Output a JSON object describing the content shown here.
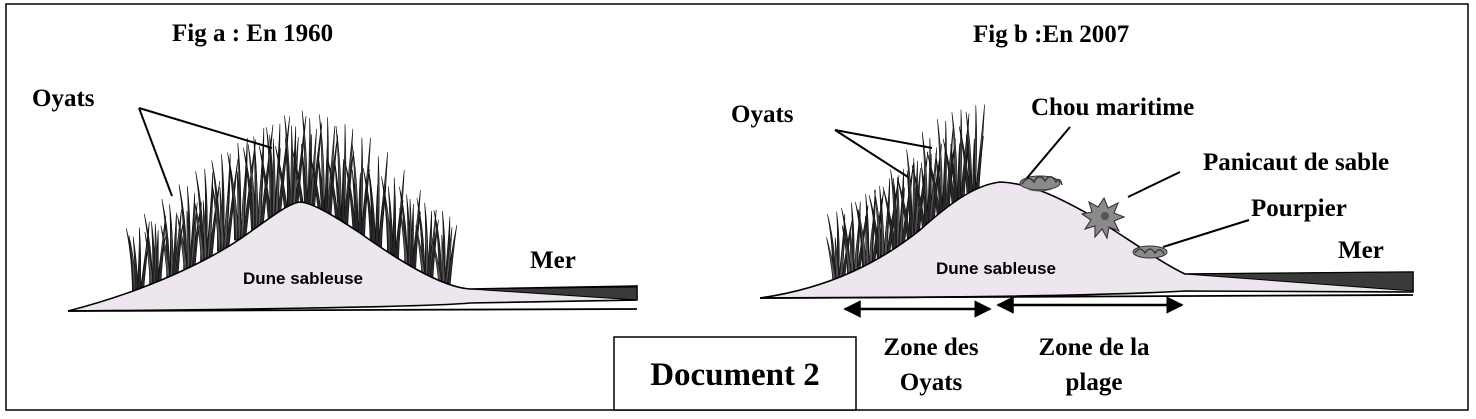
{
  "fig_a": {
    "title": "Fig a : En 1960",
    "oyats_label": "Oyats",
    "dune_label": "Dune sableuse",
    "sea_label": "Mer"
  },
  "fig_b": {
    "title": "Fig b :En 2007",
    "oyats_label": "Oyats",
    "chou_label": "Chou maritime",
    "panicaut_label": "Panicaut de sable",
    "pourpier_label": "Pourpier",
    "dune_label": "Dune sableuse",
    "sea_label": "Mer",
    "zone_oyats_line1": "Zone des",
    "zone_oyats_line2": "Oyats",
    "zone_plage_line1": "Zone de la",
    "zone_plage_line2": "plage"
  },
  "document_label": "Document 2",
  "colors": {
    "dune_fill": "#ede6ee",
    "sea_fill": "#3a3a3a",
    "outline": "#000000",
    "grass": "#2a2a2a",
    "plant": "#707070"
  }
}
